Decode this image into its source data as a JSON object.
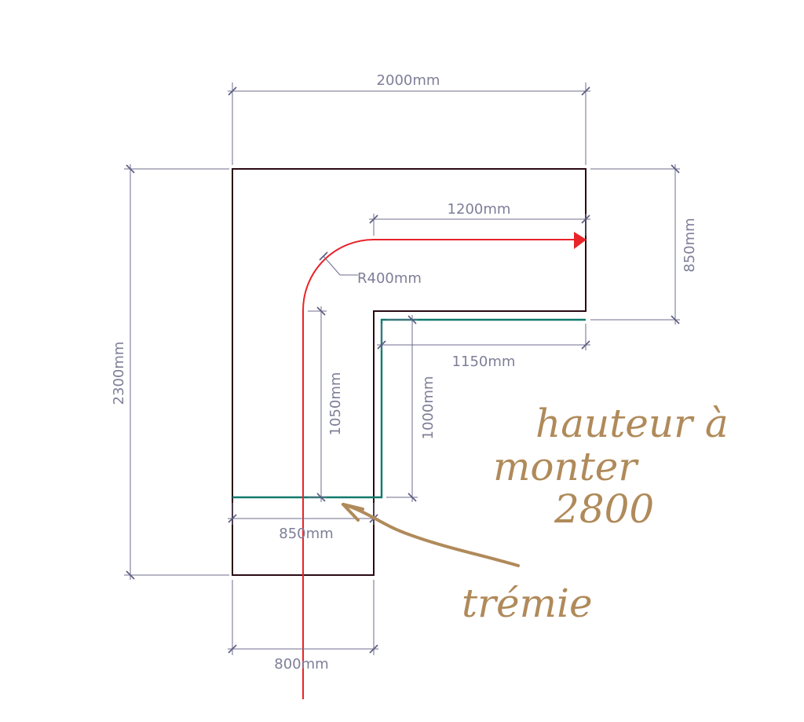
{
  "dimensions": {
    "width_top": "2000mm",
    "height_left": "2300mm",
    "landing_length": "1200mm",
    "radius": "R400mm",
    "right_depth": "850mm",
    "inner_run": "1150mm",
    "flight_inner": "1050mm",
    "flight_outer": "1000mm",
    "bottom_inner": "850mm",
    "bottom_width": "800mm"
  },
  "annotations": {
    "note_line1": "hauteur à",
    "note_line2": "monter",
    "note_line3": "2800",
    "tremie": "trémie"
  },
  "colors": {
    "outline": "#2a0a12",
    "stair_line": "#e8242a",
    "tremie_line": "#117a6e",
    "dimension": "#7e7e98",
    "handwriting": "#b08a5a"
  }
}
